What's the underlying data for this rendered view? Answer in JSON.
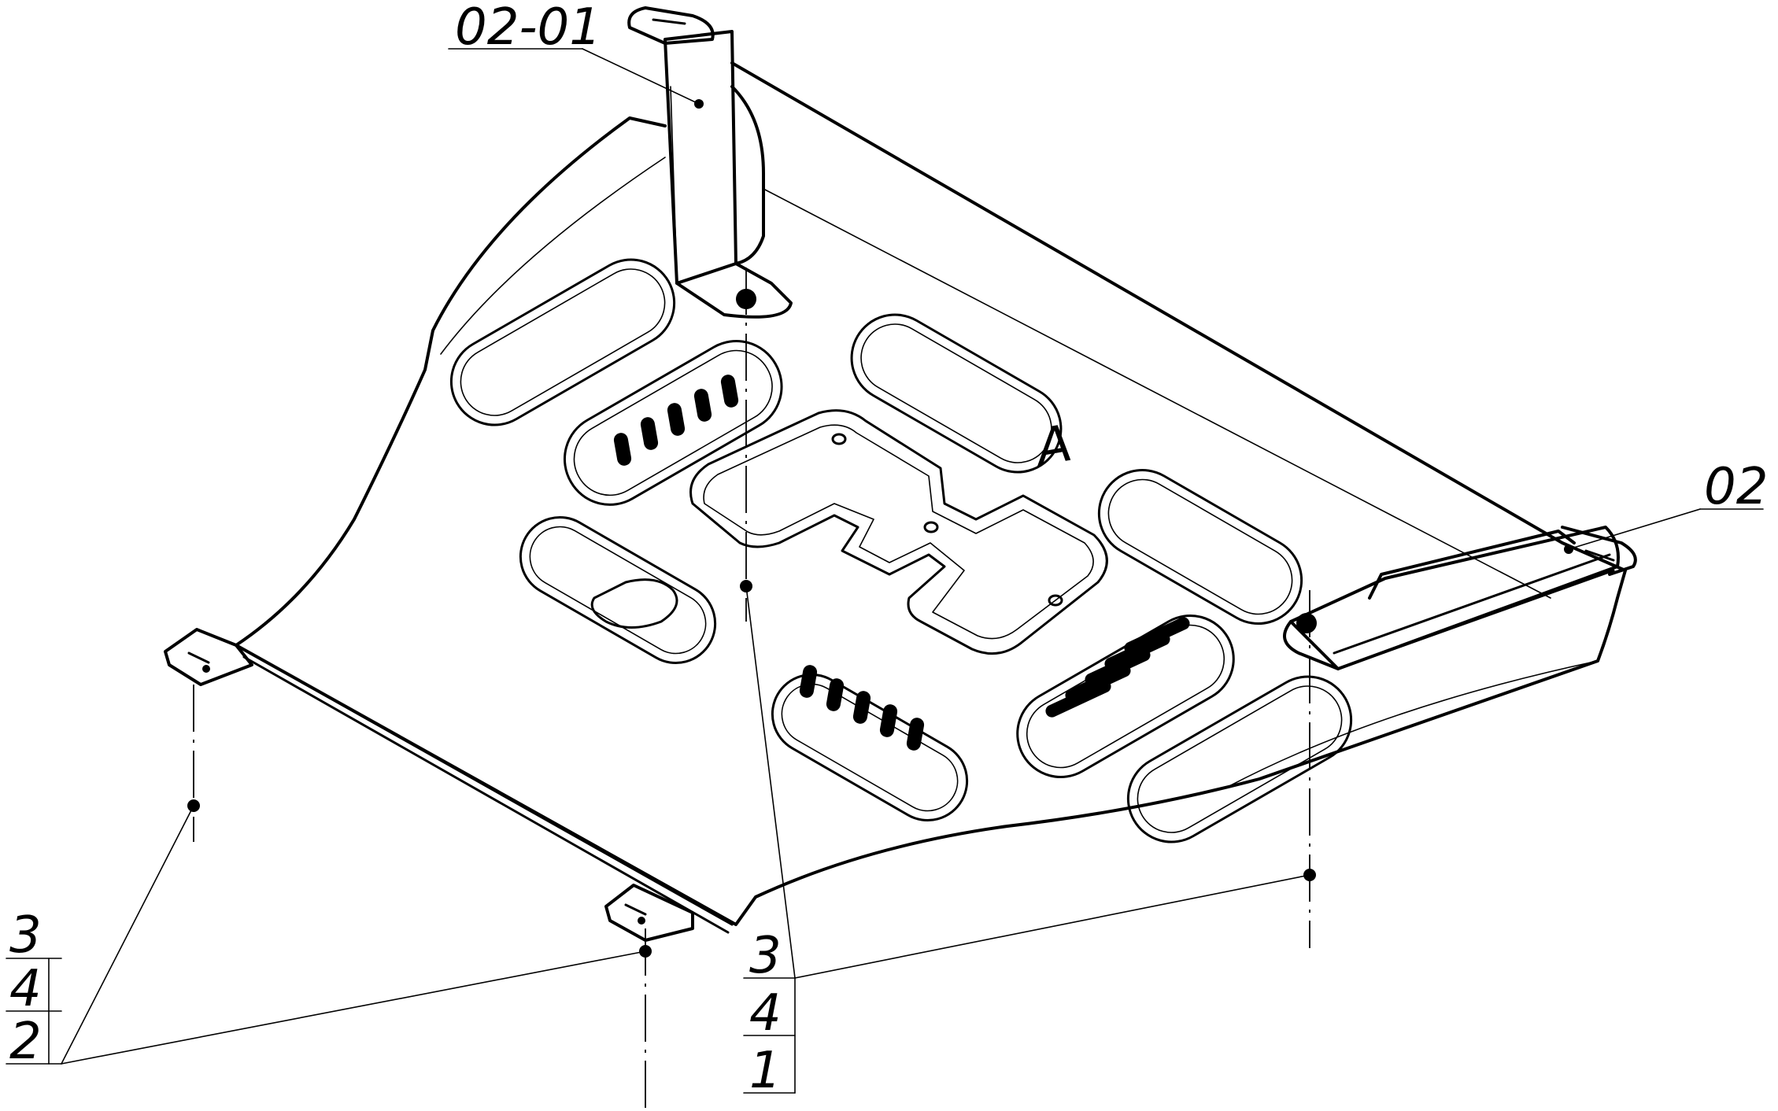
{
  "callouts": {
    "bracket_left_top": "02-01",
    "bracket_right": "02",
    "stack_left": {
      "top": "3",
      "middle": "4",
      "bottom": "2"
    },
    "stack_center": {
      "top": "3",
      "middle": "4",
      "bottom": "1"
    }
  },
  "embossed_mark": "A"
}
